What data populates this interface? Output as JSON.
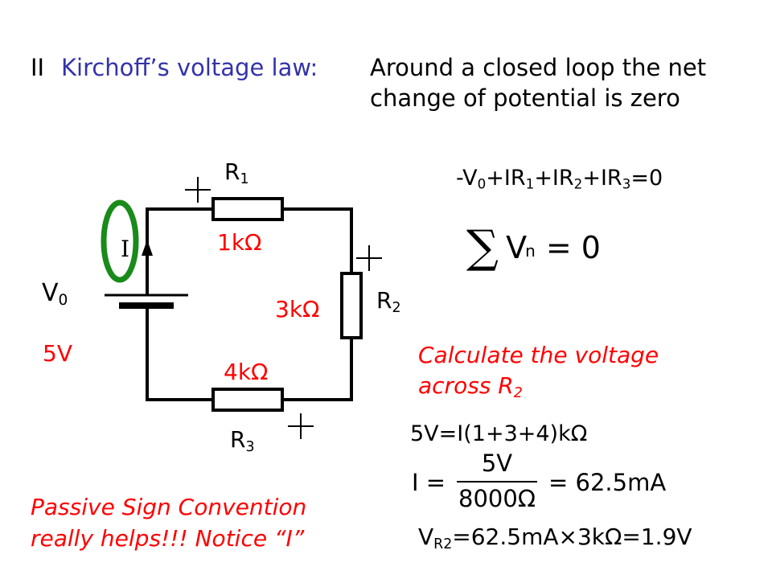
{
  "heading": {
    "numeral": "II",
    "law_name": "Kirchoff’s voltage law:",
    "statement_line1": "Around a closed loop the net",
    "statement_line2": "change of potential is zero"
  },
  "circuit": {
    "r1_label": "R",
    "r1_sub": "1",
    "r1_value": "1kΩ",
    "r2_label": "R",
    "r2_sub": "2",
    "r2_value": "3kΩ",
    "r3_label": "R",
    "r3_sub": "3",
    "r3_value": "4kΩ",
    "source_label": "V",
    "source_sub": "0",
    "source_value": "5V",
    "current_label": "I"
  },
  "kvl_equation": {
    "p1": "-V",
    "s1": "0",
    "p2": "+IR",
    "s2": "1",
    "p3": "+IR",
    "s3": "2",
    "p4": "+IR",
    "s4": "3",
    "p5": "=0"
  },
  "sum_formula": {
    "sigma": "∑",
    "v": "V",
    "n": "n",
    "rhs": "= 0"
  },
  "task": {
    "line1": "Calculate the voltage",
    "line2": "across R",
    "line2_sub": "2"
  },
  "solution": {
    "step1": "5V=I(1+3+4)kΩ",
    "i_lhs": "I =",
    "i_num": "5V",
    "i_den": "8000Ω",
    "i_rhs": "= 62.5mA",
    "vr2_label": "V",
    "vr2_sub": "R2",
    "vr2_rest": "=62.5mA×3kΩ=1.9V"
  },
  "note": {
    "line1": "Passive Sign Convention",
    "line2": "really helps!!! Notice “I”"
  },
  "colors": {
    "law_name": "#3333aa",
    "emphasis": "#ff0000",
    "loop_marker": "#1a8a1a"
  }
}
